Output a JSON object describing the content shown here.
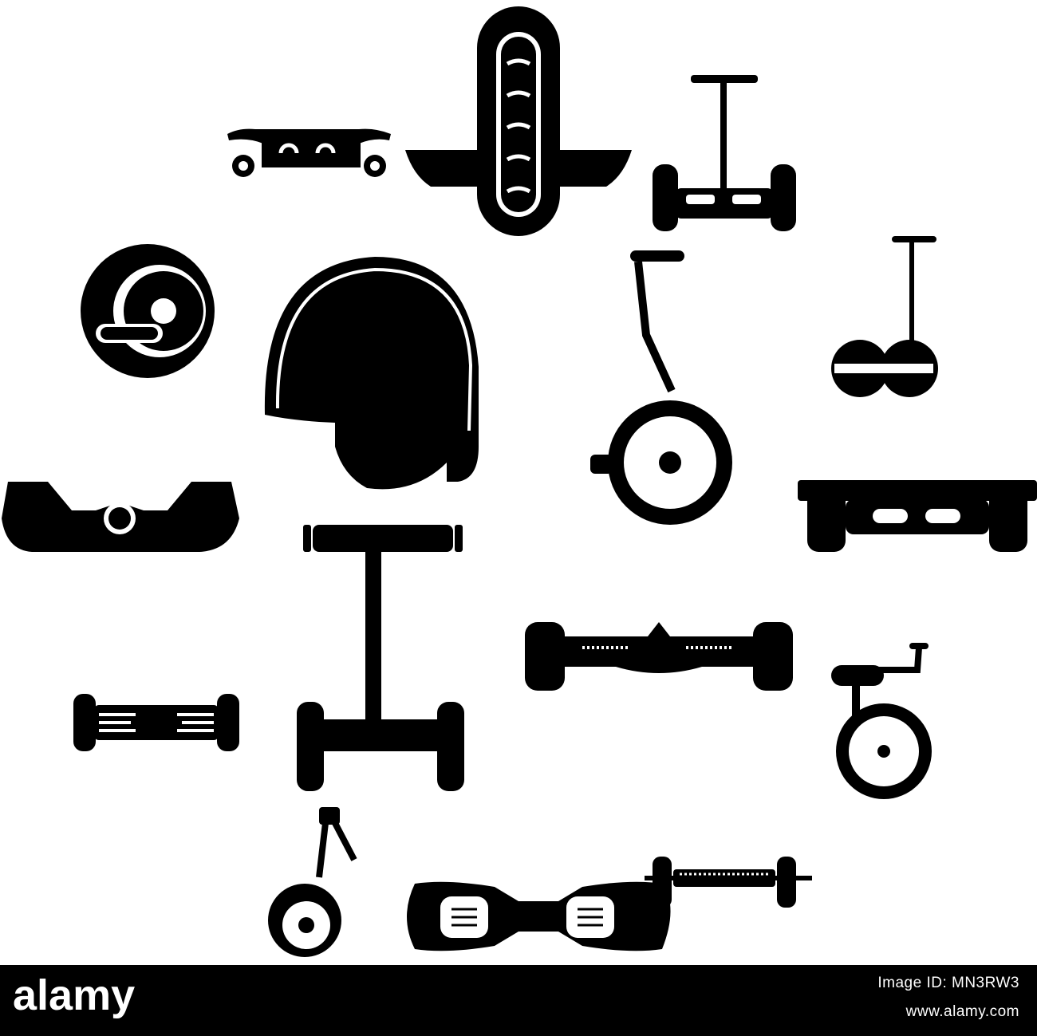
{
  "footer": {
    "brand_logo": "alamy",
    "image_id": "Image ID: MN3RW3",
    "site": "www.alamy.com"
  },
  "palette": {
    "icon": "#000000",
    "background": "#ffffff",
    "footer": "#000000",
    "footer_text": "#ffffff"
  },
  "icons": [
    "electric-skateboard-icon",
    "monowheel-icon",
    "segway-top-icon",
    "hoverboard-wheel-icon",
    "helmet-icon",
    "segway-side-icon",
    "segway-small-icon",
    "hoverboard-side-icon",
    "hoverboard-front-icon",
    "segway-front-icon",
    "hoverboard-long-icon",
    "hoverboard-small-icon",
    "unicycle-icon",
    "one-wheel-scooter-icon",
    "hoverboard-top-icon",
    "hoverboard-axle-icon"
  ]
}
